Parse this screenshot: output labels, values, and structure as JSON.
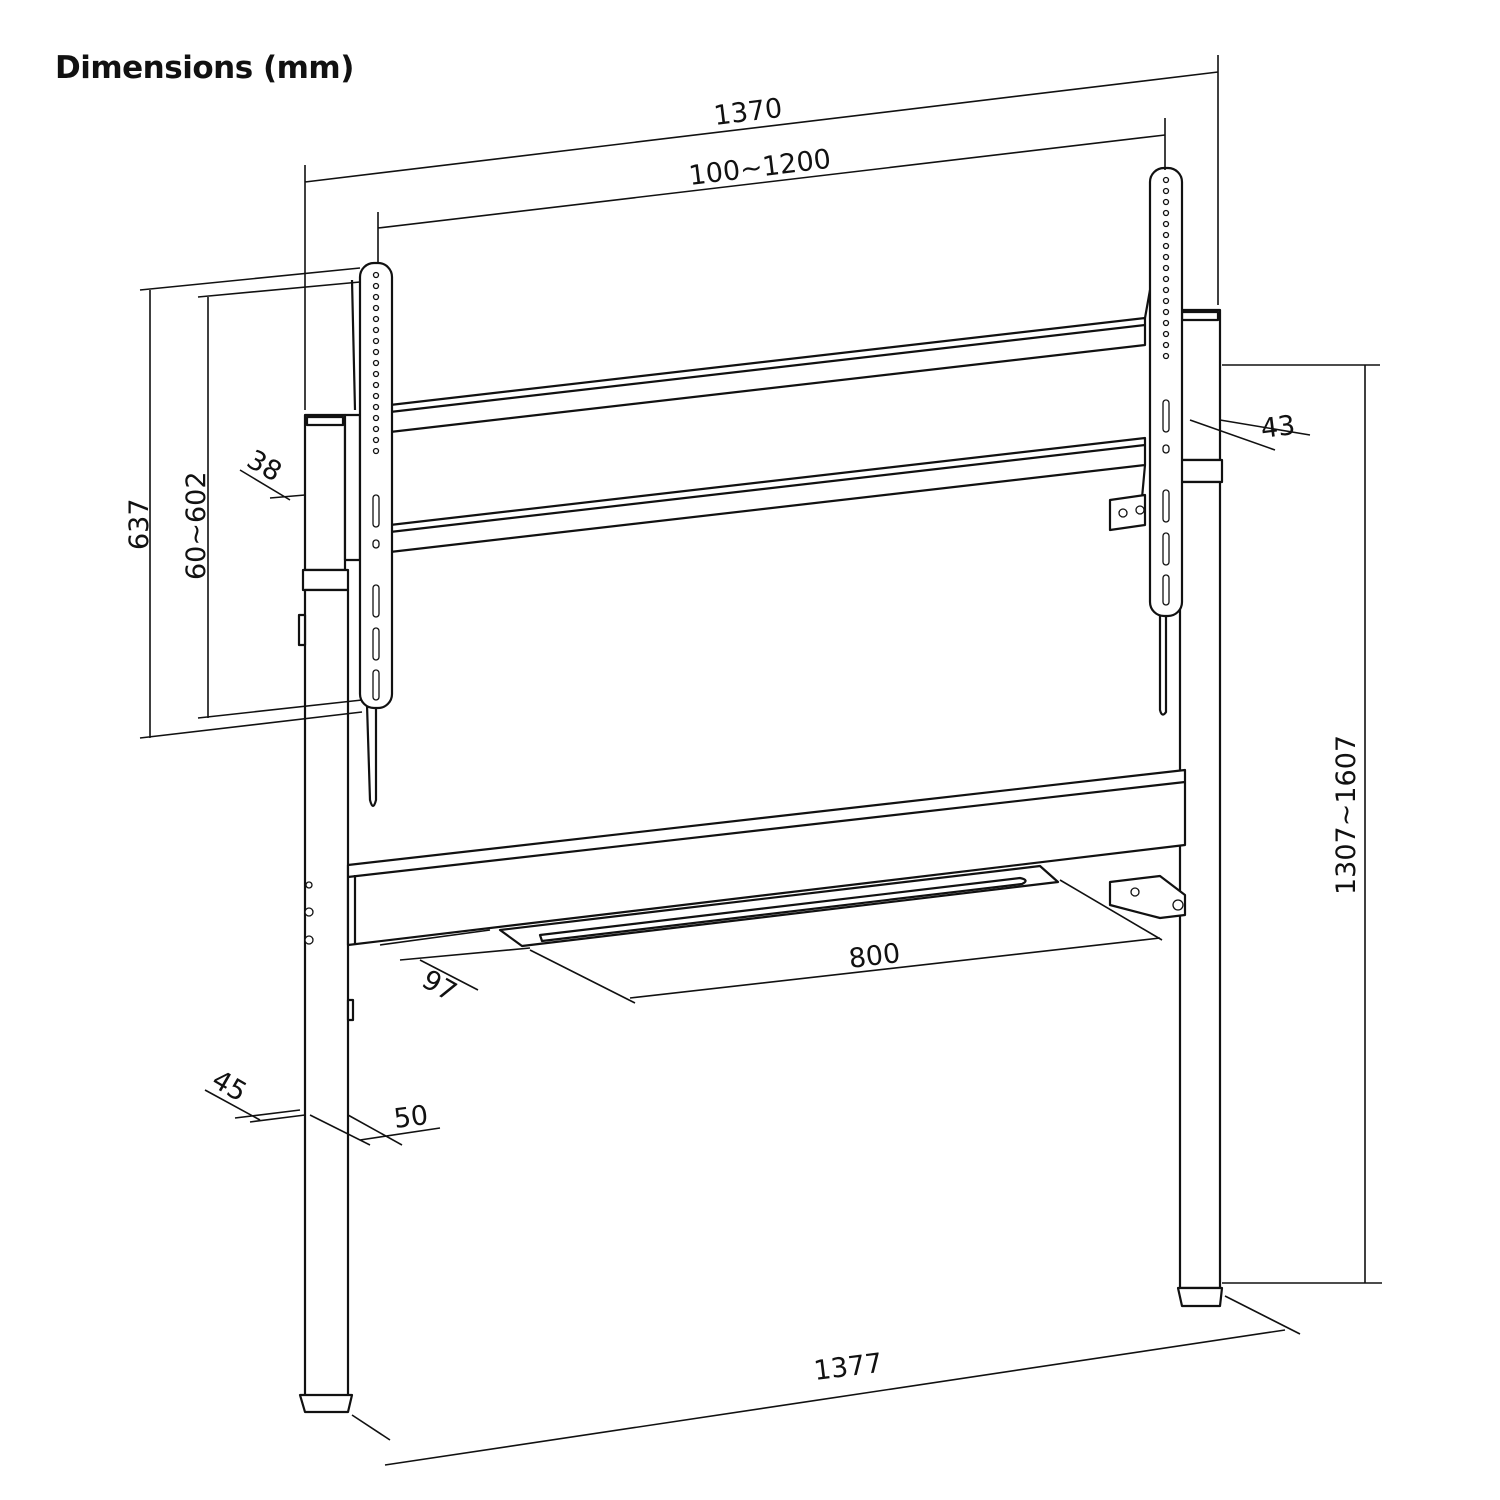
{
  "title": "Dimensions (mm)",
  "dimensions": {
    "overall_width_top": "1370",
    "vesa_width": "100~1200",
    "bracket_height": "637",
    "vesa_height": "60~602",
    "bracket_depth": "38",
    "post_offset": "43",
    "height_range": "1307~1607",
    "shelf_width": "800",
    "shelf_depth": "97",
    "post_depth": "45",
    "post_width": "50",
    "overall_width_base": "1377"
  }
}
